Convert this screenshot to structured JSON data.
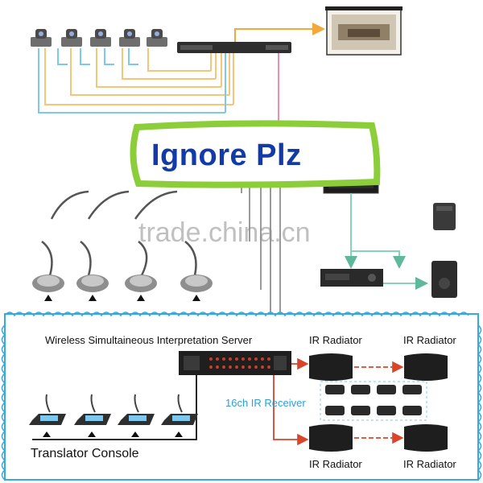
{
  "labels": {
    "server": "Wireless Simultaineous Interpretation Server",
    "ir_radiator_1": "IR Radiator",
    "ir_radiator_2": "IR Radiator",
    "ir_radiator_3": "IR Radiator",
    "ir_radiator_4": "IR Radiator",
    "receiver": "16ch IR Receiver",
    "translator_console": "Translator Console"
  },
  "overlay": {
    "stamp": "Ignore Plz",
    "watermark": "trade.china.cn"
  },
  "colors": {
    "cable_blue": "#7cc8ee",
    "cable_orange": "#f7c478",
    "cable_pink": "#f08cb4",
    "cable_green": "#86d3b8",
    "cable_red": "#d9442a",
    "frame_border": "#38a8e0",
    "stamp_green": "#8ccd3a",
    "stamp_text": "#123aa8"
  }
}
